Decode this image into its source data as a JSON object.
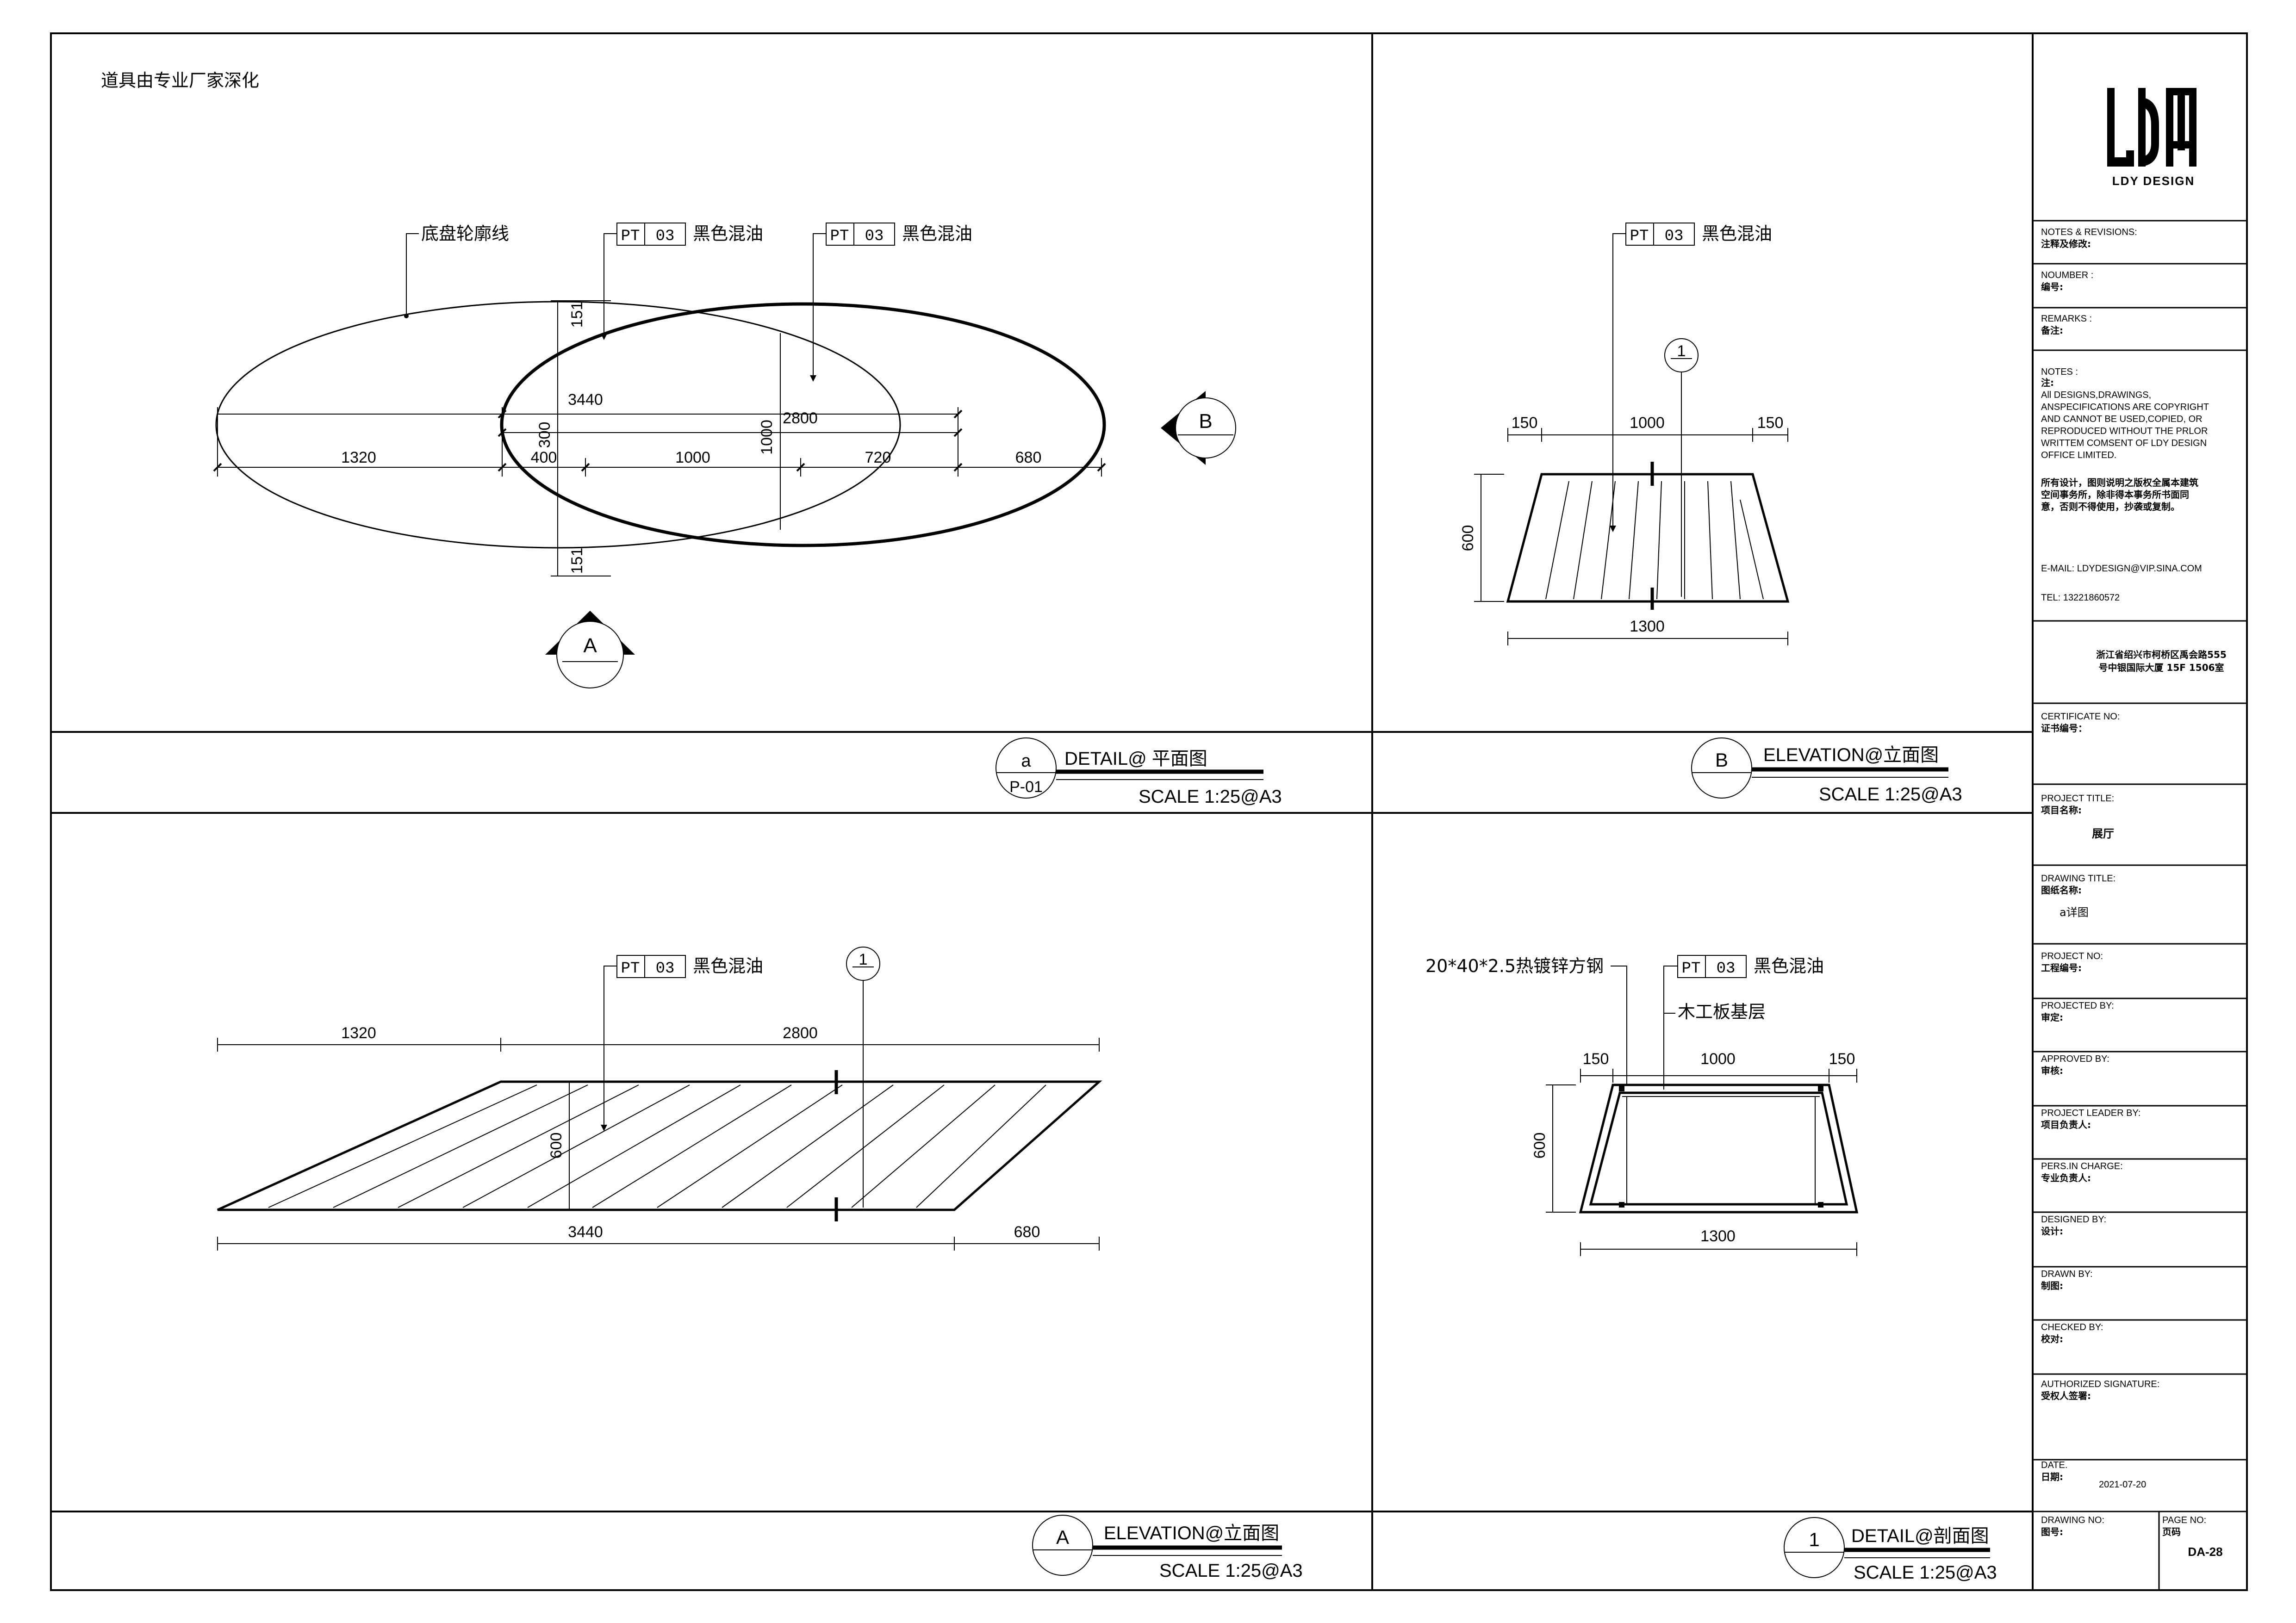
{
  "top_note": "道具由专业厂家深化",
  "plan": {
    "outline_label": "底盘轮廓线",
    "tag1": {
      "code": "PT",
      "num": "03",
      "text": "黑色混油"
    },
    "tag2": {
      "code": "PT",
      "num": "03",
      "text": "黑色混油"
    },
    "dims": {
      "d1320": "1320",
      "d400": "400",
      "d1000": "1000",
      "d720": "720",
      "d680": "680",
      "d3440": "3440",
      "d2800": "2800",
      "d300": "300",
      "d1000v": "1000",
      "d151a": "151",
      "d151b": "151"
    },
    "markB": "B",
    "markA": "A"
  },
  "elevB": {
    "tag": {
      "code": "PT",
      "num": "03",
      "text": "黑色混油"
    },
    "section_mark": "1",
    "dims": {
      "l150": "150",
      "c1000": "1000",
      "r150": "150",
      "h600": "600",
      "b1300": "1300"
    }
  },
  "elevA": {
    "tag": {
      "code": "PT",
      "num": "03",
      "text": "黑色混油"
    },
    "section_mark": "1",
    "dims": {
      "t1320": "1320",
      "t2800": "2800",
      "h600": "600",
      "b3440": "3440",
      "b680": "680"
    }
  },
  "section": {
    "steel_label": "20*40*2.5热镀锌方钢",
    "tag": {
      "code": "PT",
      "num": "03",
      "text": "黑色混油"
    },
    "base_label": "木工板基层",
    "dims": {
      "l150": "150",
      "c1000": "1000",
      "r150": "150",
      "h600": "600",
      "b1300": "1300"
    }
  },
  "titles": {
    "detail": {
      "bubble_top": "a",
      "bubble_bottom": "P-01",
      "title": "DETAIL@ 平面图",
      "scale": "SCALE 1:25@A3"
    },
    "elevB": {
      "bubble_top": "B",
      "title": "ELEVATION@立面图",
      "scale": "SCALE 1:25@A3"
    },
    "elevA": {
      "bubble_top": "A",
      "title": "ELEVATION@立面图",
      "scale": "SCALE 1:25@A3"
    },
    "section": {
      "bubble_top": "1",
      "title": "DETAIL@剖面图",
      "scale": "SCALE 1:25@A3"
    }
  },
  "titleblock": {
    "brand": "LDY DESIGN",
    "notes_revisions": "NOTES & REVISIONS:",
    "notes_revisions_cn": "注释及修改:",
    "number": "NOUMBER :",
    "number_cn": "编号:",
    "remarks": "REMARKS :",
    "remarks_cn": "备注:",
    "notes": "NOTES :",
    "notes_cn": "注:",
    "notes_en": [
      "All DESIGNS,DRAWINGS,",
      "ANSPECIFICATIONS ARE COPYRIGHT",
      "AND CANNOT BE USED,COPIED, OR",
      "REPRODUCED WITHOUT THE PRLOR",
      "WRITTEM COMSENT OF LDY DESIGN",
      "OFFICE LIMITED."
    ],
    "notes_zh": [
      "所有设计，图则说明之版权全属本建筑",
      "空间事务所，除非得本事务所书面同",
      "意，否则不得使用，抄袭或复制。"
    ],
    "email": "E-MAIL:   LDYDESIGN@VIP.SINA.COM",
    "tel": "TEL:        13221860572",
    "address": [
      "浙江省绍兴市柯桥区禹会路555",
      "号中银国际大厦  15F  1506室"
    ],
    "certificate": "CERTIFICATE NO:",
    "certificate_cn": "证书编号：",
    "project_title": "PROJECT TITLE:",
    "project_title_cn": "项目名称:",
    "project_name": "展厅",
    "drawing_title": "DRAWING TITLE:",
    "drawing_title_cn": "图纸名称:",
    "drawing_name": "a详图",
    "project_no": "PROJECT  NO:",
    "project_no_cn": "工程编号:",
    "projected_by": "PROJECTED  BY:",
    "projected_by_cn": "审定:",
    "approved_by": "APPROVED  BY:",
    "approved_by_cn": "审核:",
    "leader_by": "PROJECT LEADER BY:",
    "leader_by_cn": "项目负责人:",
    "pers_charge": "PERS.IN CHARGE:",
    "pers_charge_cn": "专业负责人:",
    "designed_by": "DESIGNED BY:",
    "designed_by_cn": "设计:",
    "drawn_by": "DRAWN BY:",
    "drawn_by_cn": "制图:",
    "checked_by": "CHECKED BY:",
    "checked_by_cn": "校对:",
    "signature": "AUTHORIZED  SIGNATURE:",
    "signature_cn": "受权人签署:",
    "date": "DATE.",
    "date_cn": "日期:",
    "date_value": "2021-07-20",
    "drawing_no": "DRAWING NO:",
    "drawing_no_cn": "图号:",
    "page_no": "PAGE NO:",
    "page_no_cn": "页码",
    "page_value": "DA-28"
  }
}
